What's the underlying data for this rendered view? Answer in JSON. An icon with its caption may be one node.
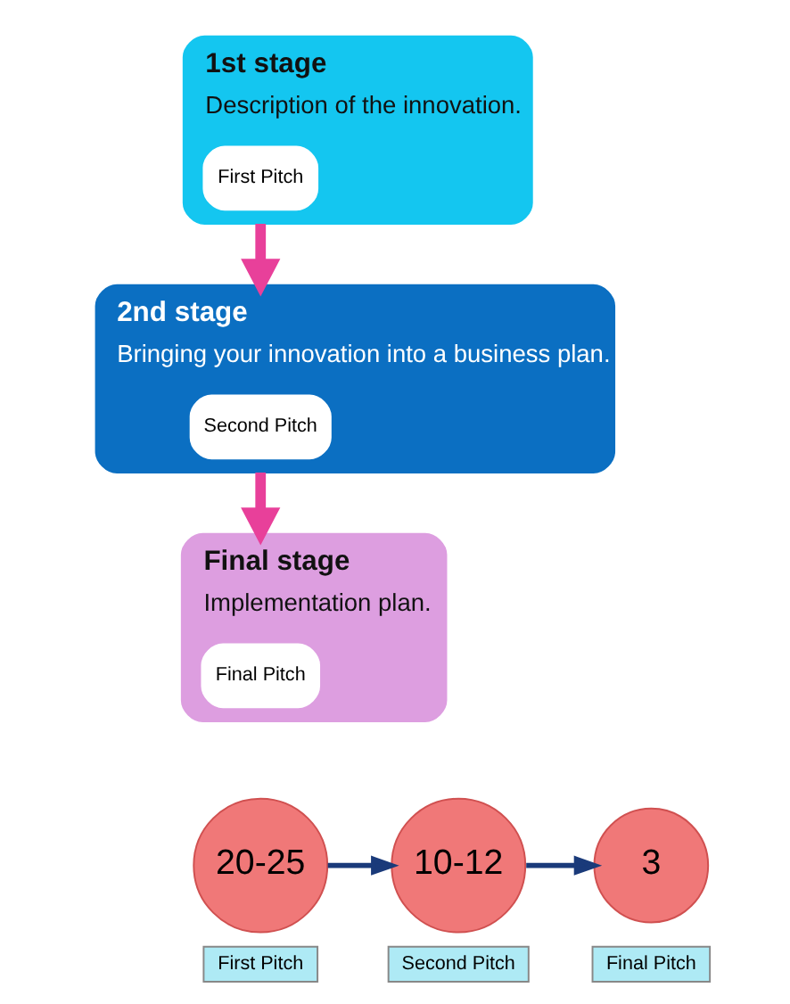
{
  "diagram": {
    "nodes": [
      {
        "text": [
          "1st stage",
          "Description of the innovation."
        ]
      },
      {
        "text": [
          "First Pitch"
        ],
        "in": 0
      },
      {
        "text": [
          "2nd stage",
          "Bringing your innovation into a business plan."
        ]
      },
      {
        "text": [
          "Second Pitch"
        ],
        "in": 2
      },
      {
        "text": [
          "Final stage",
          "Implementation plan."
        ]
      },
      {
        "text": [
          "Final Pitch"
        ],
        "in": 4
      },
      {
        "text": [
          "20-25"
        ],
        "beside": [
          "First Pitch"
        ]
      },
      {
        "text": [
          "10-12"
        ],
        "beside": [
          "Second Pitch"
        ]
      },
      {
        "text": [
          "3"
        ],
        "beside": [
          "Final Pitch"
        ]
      }
    ],
    "edges": [
      {
        "from": 0,
        "to": 2,
        "arrow": "to",
        "color": "#e8409a",
        "style": "thick"
      },
      {
        "from": 2,
        "to": 4,
        "arrow": "to",
        "color": "#e8409a",
        "style": "thick"
      },
      {
        "from": 6,
        "to": 7,
        "arrow": "to",
        "color": "#1a3a7a"
      },
      {
        "from": 7,
        "to": 8,
        "arrow": "to",
        "color": "#1a3a7a"
      }
    ]
  }
}
